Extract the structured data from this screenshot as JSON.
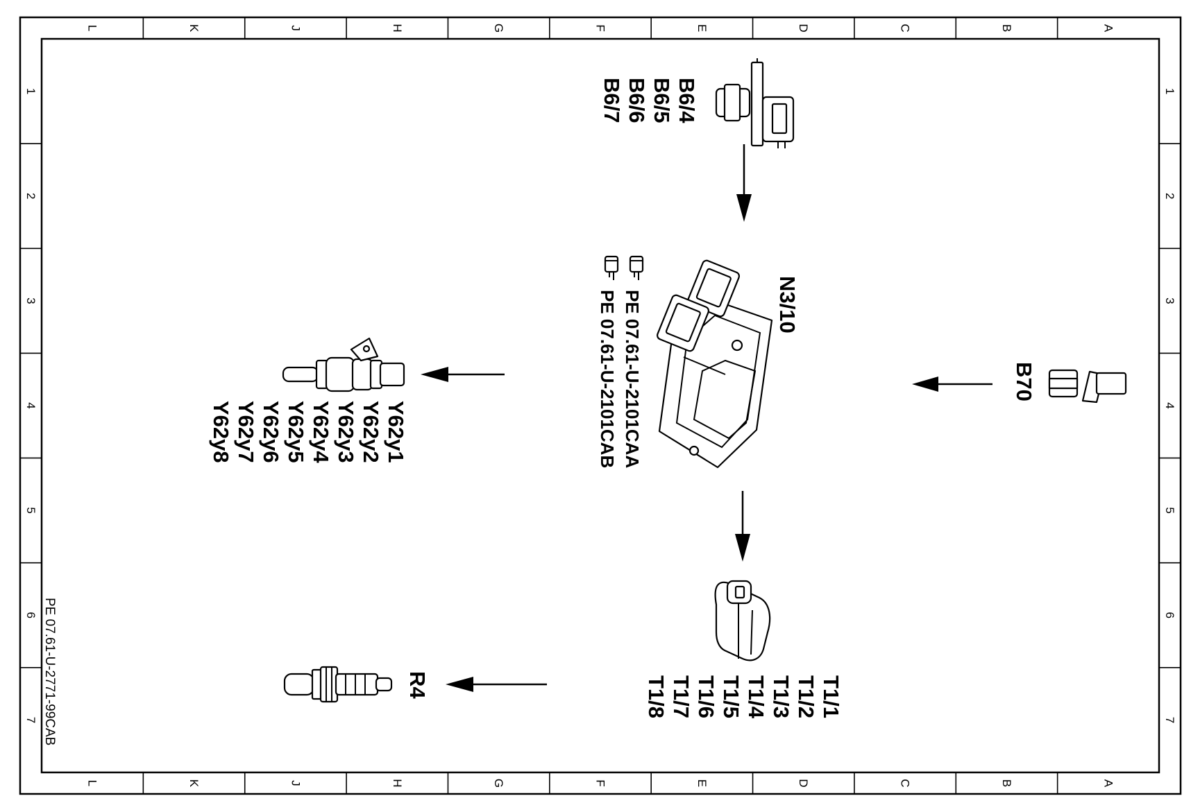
{
  "border": {
    "columns": [
      "L",
      "K",
      "J",
      "H",
      "G",
      "F",
      "E",
      "D",
      "C",
      "B",
      "A"
    ],
    "rows": [
      "1",
      "2",
      "3",
      "4",
      "5",
      "6",
      "7"
    ]
  },
  "drawing_number": "PE 07.61-U-2771-99CAB",
  "components": {
    "camshaft_sensor": {
      "labels": [
        "B6/4",
        "B6/5",
        "B6/6",
        "B6/7"
      ]
    },
    "control_unit": {
      "label": "N3/10",
      "references": [
        "PE 07.61-U-2101CAA",
        "PE 07.61-U-2101CAB"
      ]
    },
    "crankshaft_sensor": {
      "label": "B70"
    },
    "injectors": {
      "labels": [
        "Y62y1",
        "Y62y2",
        "Y62y3",
        "Y62y4",
        "Y62y5",
        "Y62y6",
        "Y62y7",
        "Y62y8"
      ]
    },
    "ignition_coils": {
      "labels": [
        "T1/1",
        "T1/2",
        "T1/3",
        "T1/4",
        "T1/5",
        "T1/6",
        "T1/7",
        "T1/8"
      ]
    },
    "spark_plug": {
      "label": "R4"
    }
  },
  "icons": {
    "reference_marker": "pointing-hand-icon",
    "camshaft_sensor": "camshaft-sensor-icon",
    "control_unit": "control-unit-icon",
    "crankshaft_sensor": "crankshaft-sensor-icon",
    "injector": "fuel-injector-icon",
    "ignition_coil": "ignition-coil-icon",
    "spark_plug": "spark-plug-icon"
  }
}
